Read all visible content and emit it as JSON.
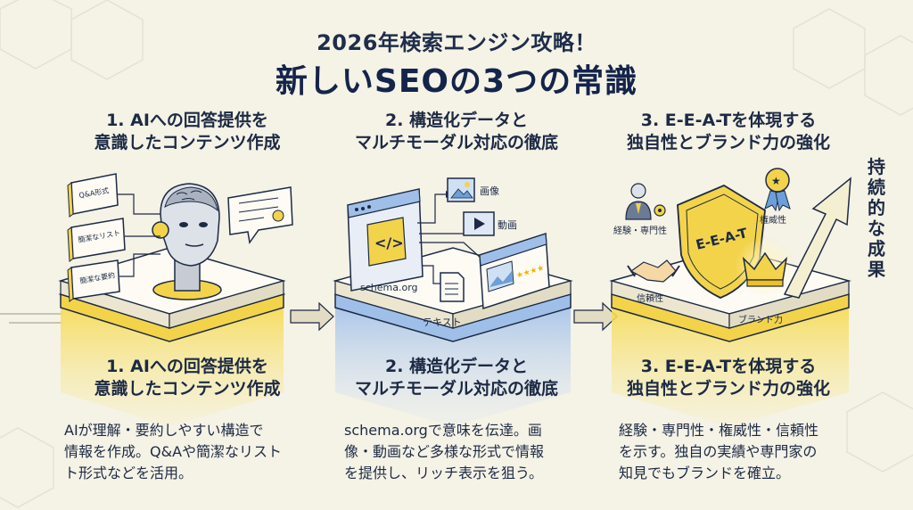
{
  "header": {
    "subtitle": "2026年検索エンジン攻略！",
    "title": "新しいSEOの3つの常識"
  },
  "steps": [
    {
      "heading_lines": [
        "1. AIへの回答提供を",
        "意識したコンテンツ作成"
      ],
      "platform_heading_lines": [
        "1. AIへの回答提供を",
        "意識したコンテンツ作成"
      ],
      "desc_lines": [
        "AIが理解・要約しやすい構造で",
        "情報を作成。Q&Aや簡潔なリスト",
        "ト形式などを活用。"
      ],
      "cards": [
        "Q&A形式",
        "簡潔なリスト",
        "簡潔な要約"
      ],
      "accent": "#f3d34a"
    },
    {
      "heading_lines": [
        "2. 構造化データと",
        "マルチモーダル対応の徹底"
      ],
      "platform_heading_lines": [
        "2. 構造化データと",
        "マルチモーダル対応の徹底"
      ],
      "desc_lines": [
        "schema.orgで意味を伝達。画",
        "像・動画など多様な形式で情報",
        "を提供し、リッチ表示を狙う。"
      ],
      "labels": {
        "code": "schema.org",
        "image": "画像",
        "video": "動画",
        "text": "テキスト"
      },
      "accent": "#a9c6ea"
    },
    {
      "heading_lines": [
        "3. E-E-A-Tを体現する",
        "独自性とブランド力の強化"
      ],
      "platform_heading_lines": [
        "3. E-E-A-Tを体現する",
        "独自性とブランド力の強化"
      ],
      "desc_lines": [
        "経験・専門性・権威性・信頼性",
        "を示す。独自の実績や専門家の",
        "知見でもブランドを確立。"
      ],
      "labels": {
        "shield": "E-E-A-T",
        "experience": "経験・専門性",
        "authority": "権威性",
        "trust": "信頼性",
        "brand": "ブランド力"
      },
      "accent": "#f3d34a"
    }
  ],
  "outcome": {
    "label_chars": [
      "持",
      "続",
      "的",
      "な",
      "成",
      "果"
    ]
  },
  "icons": [
    "robot-head-icon",
    "chat-bubble-icon",
    "code-window-icon",
    "image-icon",
    "video-icon",
    "document-icon",
    "webpage-icon",
    "shield-icon",
    "expert-icon",
    "medal-icon",
    "handshake-icon",
    "crown-icon",
    "arrow-right-icon",
    "arrow-up-icon"
  ],
  "colors": {
    "background": "#f5f2e6",
    "navy": "#1c2a44",
    "yellow": "#f3d34a",
    "blue": "#a9c6ea"
  }
}
